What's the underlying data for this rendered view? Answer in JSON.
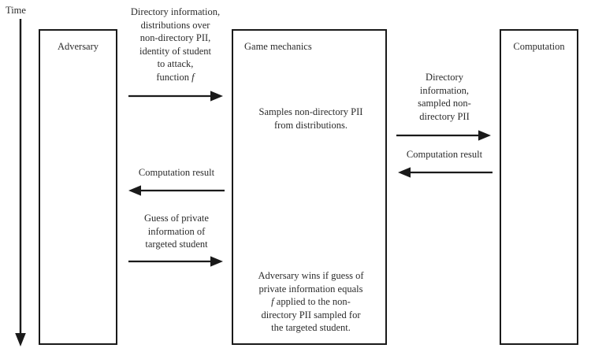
{
  "diagram": {
    "time_axis": {
      "label": "Time",
      "direction": "downward"
    },
    "lifelines": [
      {
        "id": "adversary",
        "title": "Adversary",
        "body": []
      },
      {
        "id": "game-mechanics",
        "title": "Game mechanics",
        "body": [
          "Samples non-directory PII from distributions.",
          "Adversary wins if guess of private information equals f applied to the non-directory PII sampled for the targeted student."
        ]
      },
      {
        "id": "computation",
        "title": "Computation",
        "body": []
      }
    ],
    "messages": [
      {
        "id": "adversary-to-game-setup",
        "from": "adversary",
        "to": "game-mechanics",
        "direction": "right",
        "label": "Directory information, distributions over non-directory PII, identity of student to attack, function f"
      },
      {
        "id": "game-to-computation-request",
        "from": "game-mechanics",
        "to": "computation",
        "direction": "right",
        "label": "Directory information, sampled non-directory PII"
      },
      {
        "id": "computation-to-game-result",
        "from": "computation",
        "to": "game-mechanics",
        "direction": "left",
        "label": "Computation result"
      },
      {
        "id": "game-to-adversary-result",
        "from": "game-mechanics",
        "to": "adversary",
        "direction": "left",
        "label": "Computation result"
      },
      {
        "id": "adversary-to-game-guess",
        "from": "adversary",
        "to": "game-mechanics",
        "direction": "right",
        "label": "Guess of private information of targeted student"
      }
    ],
    "text_fragments": {
      "setup_line1": "Directory information,",
      "setup_line2": "distributions over",
      "setup_line3": "non-directory PII,",
      "setup_line4": "identity of student",
      "setup_line5": "to attack,",
      "setup_line6_pre": "function ",
      "setup_line6_f": "f",
      "samples_line1": "Samples non-directory PII",
      "samples_line2": "from distributions.",
      "comp_req_line1": "Directory",
      "comp_req_line2": "information,",
      "comp_req_line3": "sampled non-",
      "comp_req_line4": "directory PII",
      "comp_result_right": "Computation result",
      "comp_result_left": "Computation result",
      "guess_line1": "Guess of private",
      "guess_line2": "information of",
      "guess_line3": "targeted student",
      "win_line1": "Adversary wins if guess of",
      "win_line2": "private information equals",
      "win_line3_f": "f",
      "win_line3_rest": " applied to the non-",
      "win_line4": "directory PII sampled for",
      "win_line5": "the targeted student."
    },
    "colors": {
      "stroke": "#1a1a1a",
      "text": "#2b2b2b",
      "background": "#ffffff"
    }
  }
}
